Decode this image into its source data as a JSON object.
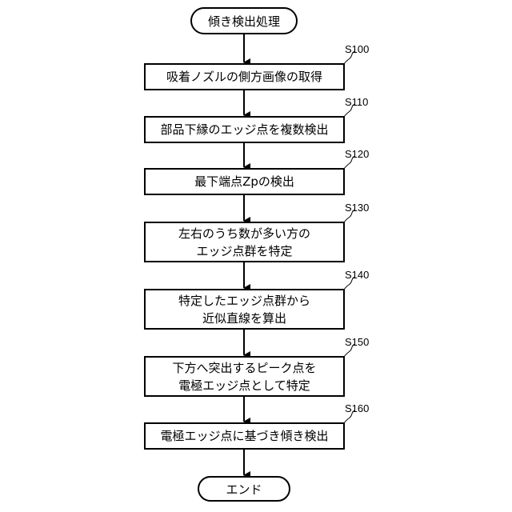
{
  "start": "傾き検出処理",
  "end": "エンド",
  "steps": [
    {
      "id": "S100",
      "lines": [
        "吸着ノズルの側方画像の取得"
      ]
    },
    {
      "id": "S110",
      "lines": [
        "部品下縁のエッジ点を複数検出"
      ]
    },
    {
      "id": "S120",
      "lines": [
        "最下端点Zpの検出"
      ]
    },
    {
      "id": "S130",
      "lines": [
        "左右のうち数が多い方の",
        "エッジ点群を特定"
      ]
    },
    {
      "id": "S140",
      "lines": [
        "特定したエッジ点群から",
        "近似直線を算出"
      ]
    },
    {
      "id": "S150",
      "lines": [
        "下方へ突出するピーク点を",
        "電極エッジ点として特定"
      ]
    },
    {
      "id": "S160",
      "lines": [
        "電極エッジ点に基づき傾き検出"
      ]
    }
  ]
}
